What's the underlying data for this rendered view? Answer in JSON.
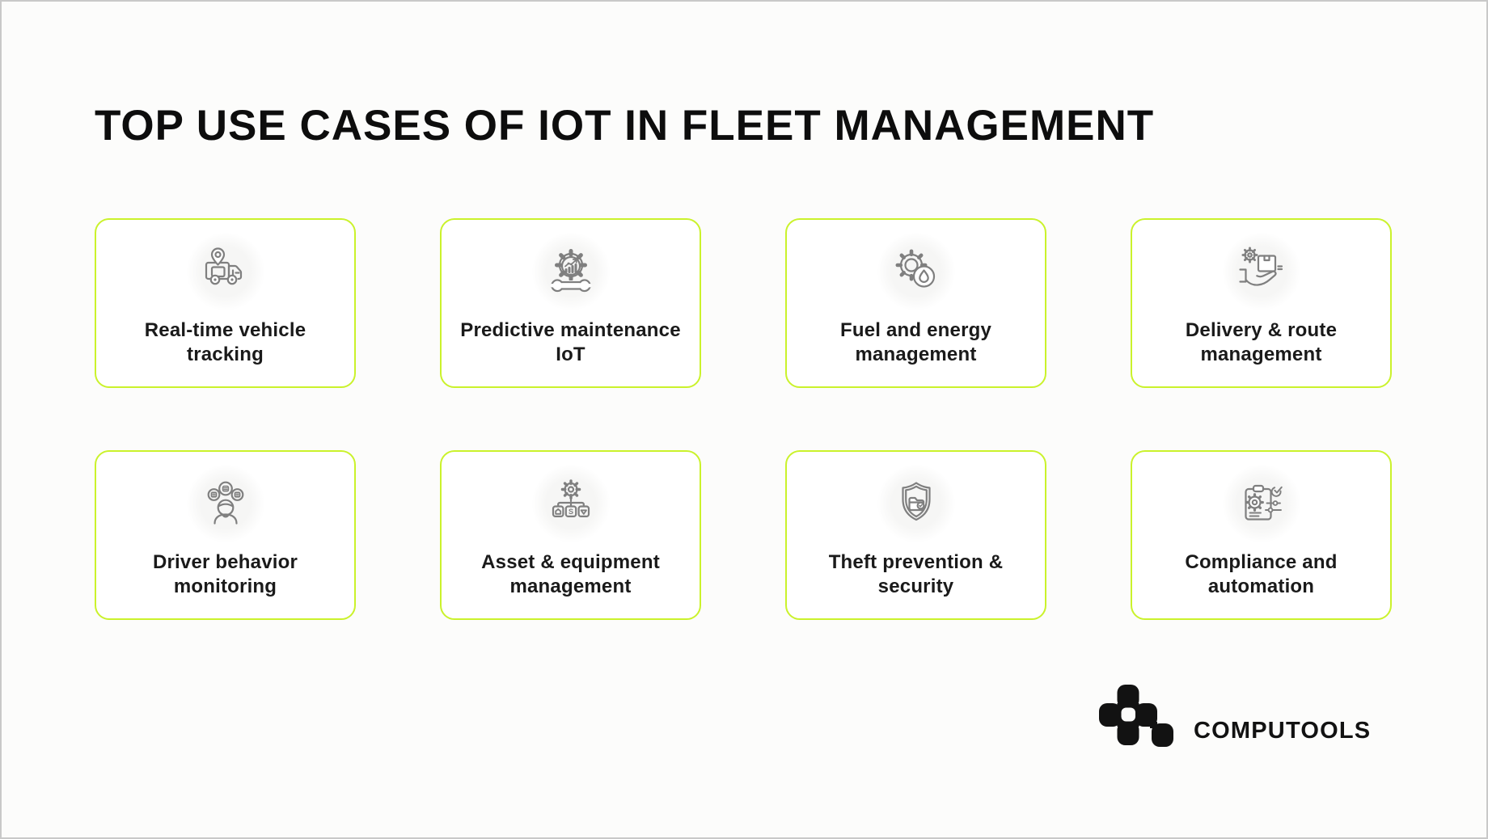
{
  "page": {
    "title": "TOP USE CASES OF IOT IN FLEET MANAGEMENT"
  },
  "cards": [
    {
      "label": "Real-time vehicle\ntracking",
      "icon": "truck-location-pin-icon"
    },
    {
      "label": "Predictive maintenance\nIoT",
      "icon": "gear-wrench-analytics-icon"
    },
    {
      "label": "Fuel and energy\nmanagement",
      "icon": "gear-fuel-drop-icon"
    },
    {
      "label": "Delivery & route\nmanagement",
      "icon": "hand-package-gear-icon"
    },
    {
      "label": "Driver behavior\nmonitoring",
      "icon": "driver-thoughts-icon"
    },
    {
      "label": "Asset & equipment\nmanagement",
      "icon": "gear-assets-hierarchy-icon",
      "icon_letter": "S"
    },
    {
      "label": "Theft prevention &\nsecurity",
      "icon": "shield-folder-icon"
    },
    {
      "label": "Compliance and\nautomation",
      "icon": "clipboard-gear-checklist-icon"
    }
  ],
  "logo": {
    "brand": "COMPUTOOLS"
  },
  "colors": {
    "accent_border": "#CAF22B",
    "icon_stroke": "#7F7F7F",
    "title_text": "#0D0D0D",
    "card_text": "#1A1A1A",
    "frame_border": "#C9C9C9",
    "background": "#FCFCFB",
    "logo_black": "#121212"
  }
}
